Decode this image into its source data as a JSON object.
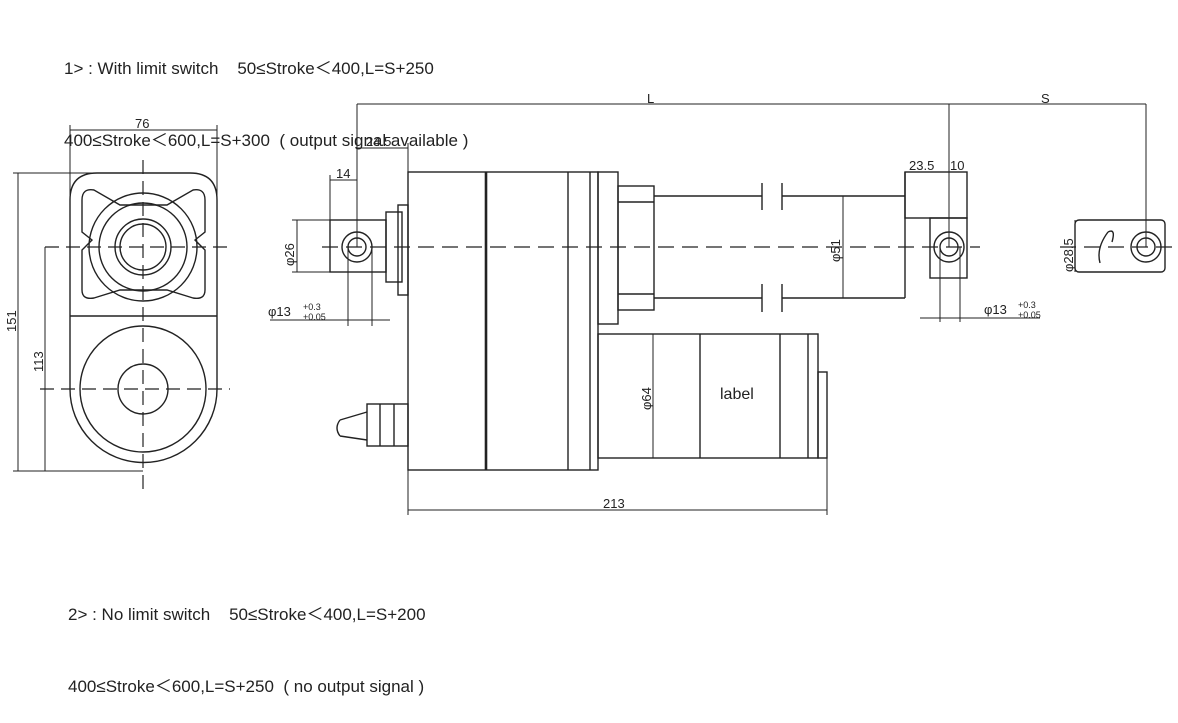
{
  "notes": {
    "with_limit_line1": "1> : With limit switch    50≤Stroke＜400,L=S+250",
    "with_limit_line2": "400≤Stroke＜600,L=S+300  ( output signal available )",
    "no_limit_line1": "2> : No limit switch    50≤Stroke＜400,L=S+200",
    "no_limit_line2": "400≤Stroke＜600,L=S+250  ( no output signal )"
  },
  "dims": {
    "width_76": "76",
    "height_151": "151",
    "height_113": "113",
    "L": "L",
    "S": "S",
    "d24_5": "24.5",
    "d14": "14",
    "d23_5": "23.5",
    "d10": "10",
    "phi26": "φ26",
    "phi51": "φ51",
    "phi64": "φ64",
    "phi28_5": "φ28.5",
    "phi13": "φ13",
    "tol_plus": "+0.3",
    "tol_minus": "+0.05",
    "len213": "213"
  },
  "label_text": "label"
}
